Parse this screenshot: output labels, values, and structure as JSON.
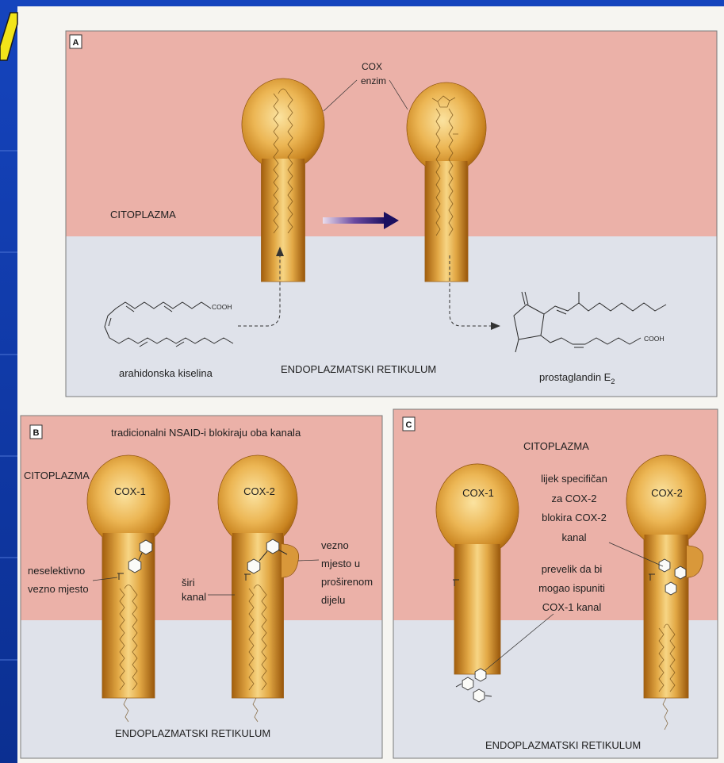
{
  "colors": {
    "slide_background": "#0b2f91",
    "cytoplasm": "#ebb1a8",
    "reticulum": "#dfe2ea",
    "enzyme": "#e2a845",
    "arrow": "#1b1060",
    "accent": "#f2e419"
  },
  "panel_a": {
    "label": "A",
    "enzyme_label_line1": "COX",
    "enzyme_label_line2": "enzim",
    "cytoplasm_label": "CITOPLAZMA",
    "reticulum_label": "ENDOPLAZMATSKI RETIKULUM",
    "substrate_label": "arahidonska kiselina",
    "substrate_group": "COOH",
    "product_label": "prostaglandin E",
    "product_subscript": "2",
    "product_group": "COOH"
  },
  "panel_b": {
    "label": "B",
    "caption": "tradicionalni NSAID-i blokiraju oba kanala",
    "cytoplasm_label": "CITOPLAZMA",
    "enzyme_1": "COX-1",
    "enzyme_2": "COX-2",
    "site_label": [
      "neselektivno",
      "vezno mjesto"
    ],
    "channel_label": [
      "širi",
      "kanal"
    ],
    "pocket_label": [
      "vezno",
      "mjesto u",
      "proširenom",
      "dijelu"
    ],
    "reticulum_label": "ENDOPLAZMATSKI RETIKULUM"
  },
  "panel_c": {
    "label": "C",
    "cytoplasm_label": "CITOPLAZMA",
    "enzyme_1": "COX-1",
    "enzyme_2": "COX-2",
    "selective_label": [
      "lijek specifičan",
      "za COX-2",
      "blokira COX-2",
      "kanal"
    ],
    "too_big_label": [
      "prevelik da bi",
      "mogao ispuniti",
      "COX-1 kanal"
    ],
    "reticulum_label": "ENDOPLAZMATSKI RETIKULUM"
  }
}
